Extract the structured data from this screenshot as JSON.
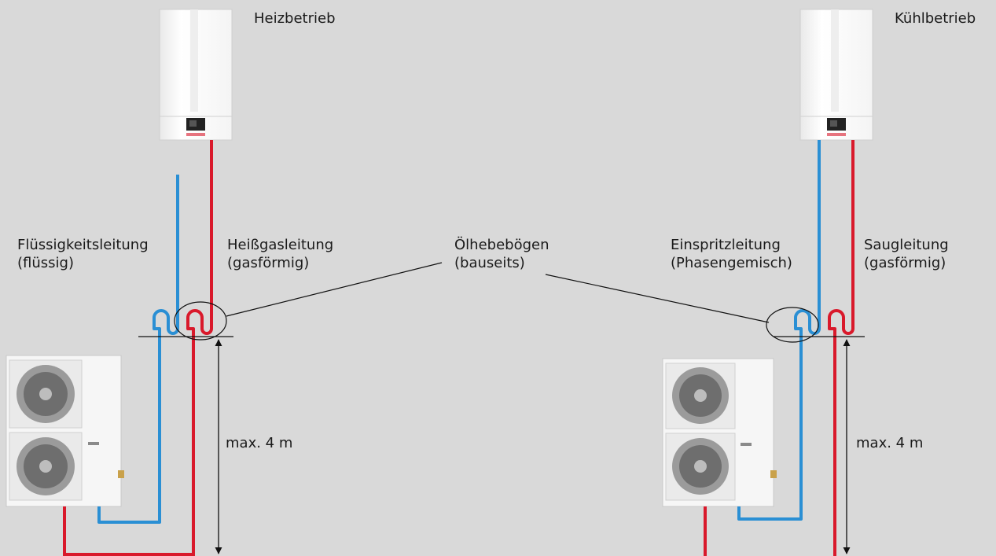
{
  "heating": {
    "title": "Heizbetrieb",
    "liquid_line": {
      "line1": "Flüssigkeitsleitung",
      "line2": "(flüssig)"
    },
    "hotgas_line": {
      "line1": "Heißgasleitung",
      "line2": "(gasförmig)"
    },
    "height": "max. 4 m"
  },
  "oil_bends": {
    "line1": "Ölhebebögen",
    "line2": "(bauseits)"
  },
  "cooling": {
    "title": "Kühlbetrieb",
    "injection_line": {
      "line1": "Einspritzleitung",
      "line2": "(Phasengemisch)"
    },
    "suction_line": {
      "line1": "Saugleitung",
      "line2": "(gasförmig)"
    },
    "height": "max. 4 m"
  },
  "colors": {
    "background": "#d9d9d9",
    "cold_pipe": "#2a8fd4",
    "hot_pipe": "#d9192b",
    "line": "#111111"
  }
}
